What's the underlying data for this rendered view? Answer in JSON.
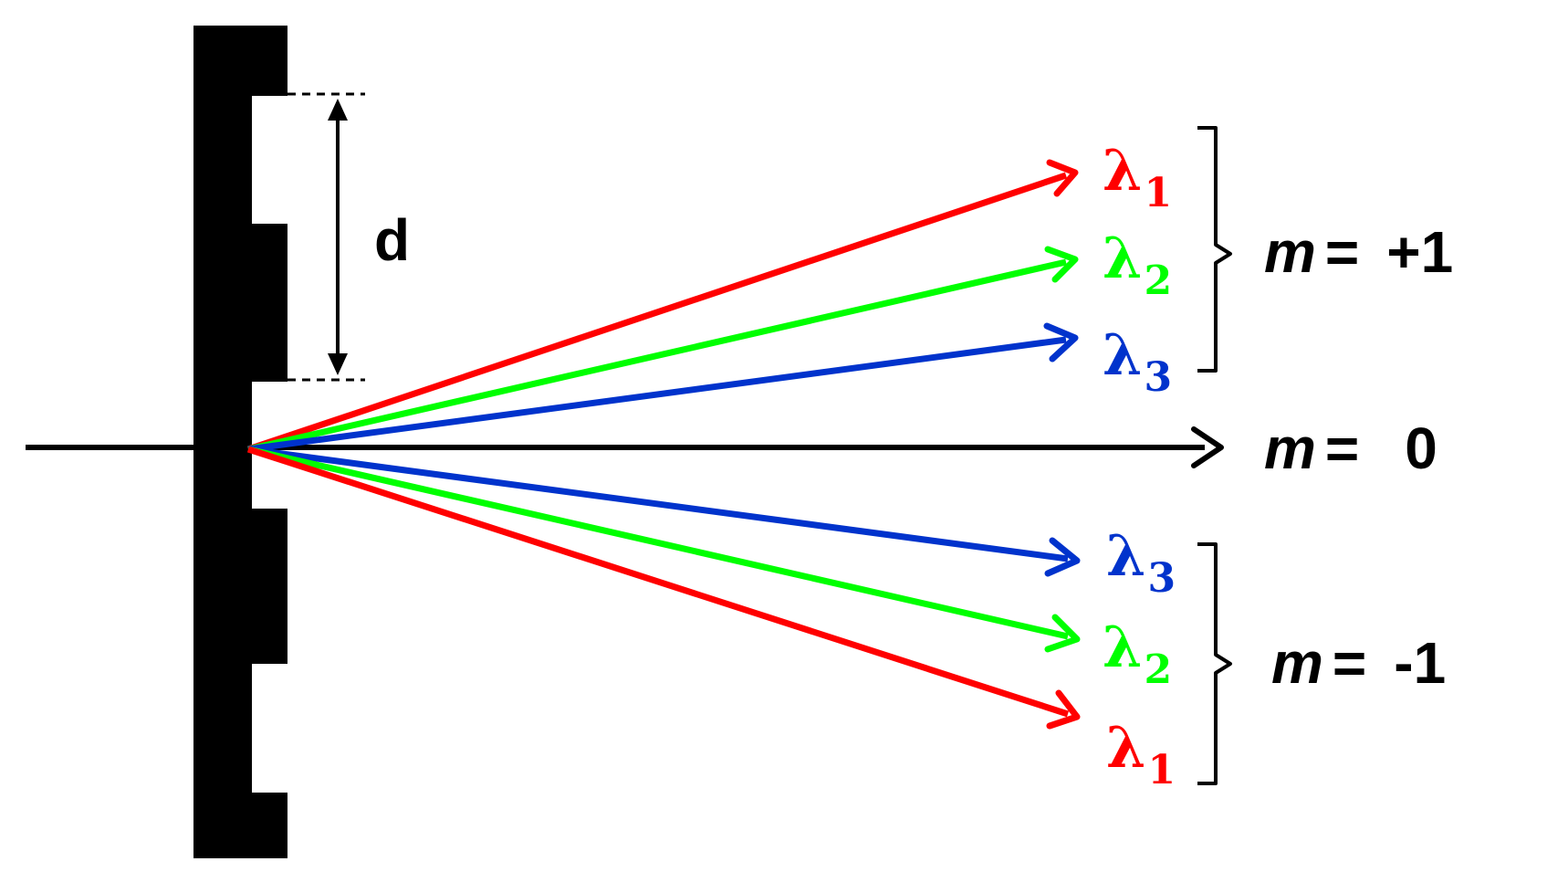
{
  "spacing_label": "d",
  "colors": {
    "red": "#ff0000",
    "green": "#00ff00",
    "blue": "#0033cc",
    "black": "#000000"
  },
  "orders": {
    "plus_one": {
      "m": "m",
      "eq": "=",
      "value": "+1"
    },
    "zero": {
      "m": "m",
      "eq": "=",
      "value": "0"
    },
    "minus_one": {
      "m": "m",
      "eq": "=",
      "value": "-1"
    }
  },
  "wavelengths": {
    "symbol": "λ",
    "l1": "1",
    "l2": "2",
    "l3": "3"
  }
}
